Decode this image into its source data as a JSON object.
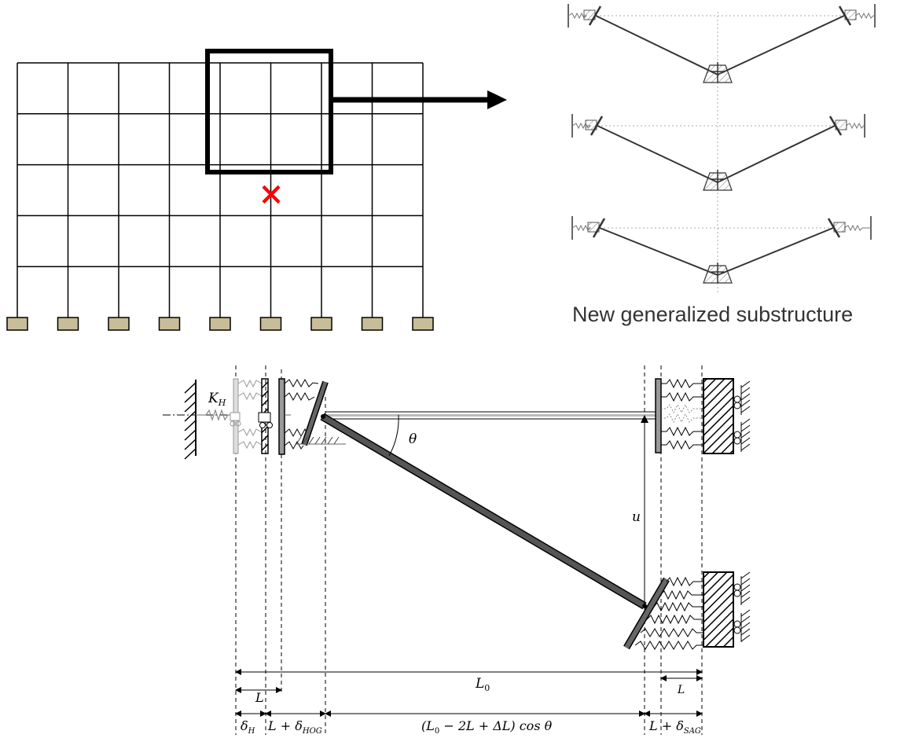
{
  "frame": {
    "bays": 8,
    "storeys": 5,
    "removed_column_marker": "×",
    "marker_color": "#ff0000",
    "footing_color": "#c8bd99",
    "footings": 9
  },
  "caption": "New generalized substructure",
  "symbols": {
    "KH": "K",
    "KH_sub": "H",
    "theta": "θ",
    "u": "u",
    "L0_main": "L",
    "L0_sub": "0",
    "L_left": "L",
    "L_right": "L",
    "deltaH_main": "δ",
    "deltaH_sub": "H",
    "LHOG_main": "L + δ",
    "LHOG_sub": "HOG",
    "mid_expr": "(L",
    "mid_sub": "0",
    "mid_rest": " − 2L + ΔL) cos θ",
    "LSAG_main": "L + δ",
    "LSAG_sub": "SAG"
  }
}
